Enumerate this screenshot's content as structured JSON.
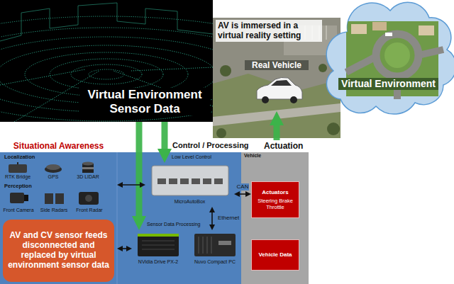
{
  "diagram": {
    "nodes": [
      {
        "text": [
          "Virtual Environment Sensor Data"
        ]
      },
      {
        "text": [
          "AV is immersed in a virtual reality setting"
        ]
      },
      {
        "text": [
          "Real Vehicle"
        ],
        "in": 1
      },
      {
        "text": [
          "Virtual Environment"
        ]
      },
      {
        "text": [
          "Situational Awareness"
        ]
      },
      {
        "text": [
          "AV and CV sensor feeds disconnected and replaced by virtual environment sensor data"
        ],
        "in": 4
      },
      {
        "text": [
          "Control / Processing"
        ]
      },
      {
        "text": [
          "MicroAutoBox"
        ],
        "in": 6
      },
      {
        "text": [
          "NVidia Drive PX-2"
        ],
        "in": 6
      },
      {
        "text": [
          "Nuvo Compact PC"
        ],
        "in": 6
      },
      {
        "text": [
          "Actuation",
          "Vehicle"
        ]
      },
      {
        "text": [
          "Actuators",
          "Steering Brake Throttle"
        ],
        "in": 10
      },
      {
        "text": [
          "Vehicle Data"
        ],
        "in": 10
      }
    ],
    "edges": [
      {
        "from": 0,
        "to": 8,
        "arrow": "to"
      },
      {
        "from": 0,
        "to": 7,
        "arrow": "to"
      },
      {
        "from": 10,
        "to": 2,
        "arrow": "to"
      },
      {
        "from": 4,
        "to": 7,
        "arrow": "both"
      },
      {
        "from": 4,
        "to": 8,
        "arrow": "both"
      },
      {
        "from": 7,
        "to": 11,
        "arrow": "both",
        "label": "CAN"
      },
      {
        "from": 7,
        "to": 9,
        "arrow": "both",
        "label": "Ethernet"
      }
    ],
    "labels": [
      "Localization",
      "RTK Bridge",
      "GPS",
      "3D LIDAR",
      "Perception",
      "Front Camera",
      "Side Radars",
      "Front Radar",
      "Low Level Control",
      "Sensor Data Processing"
    ]
  }
}
